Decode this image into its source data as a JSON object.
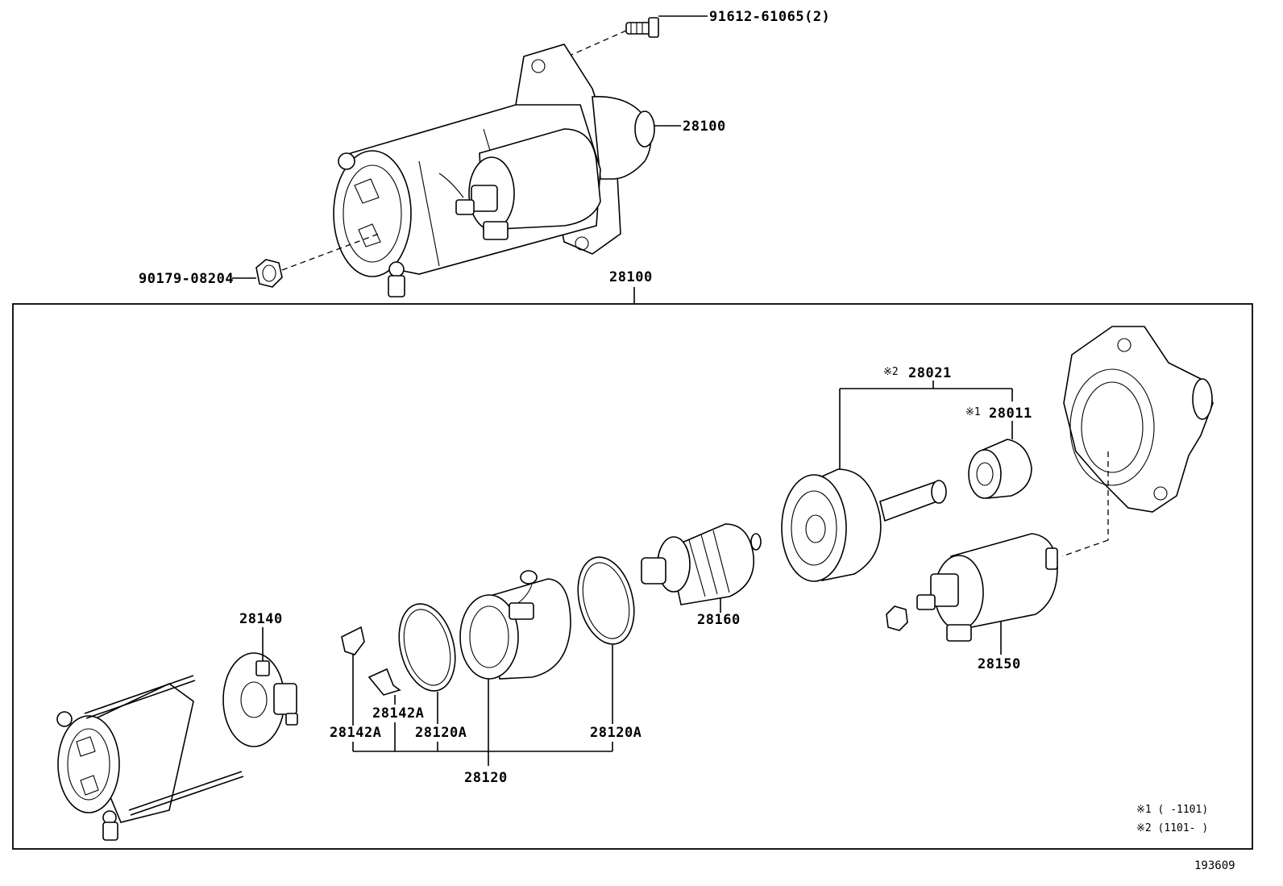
{
  "labels": {
    "bolt": "91612-61065(2)",
    "starter_top": "28100",
    "nut": "90179-08204",
    "assembly": "28100",
    "clutch_sub": "28021",
    "clutch_sub_mark": "※2",
    "pinion": "28011",
    "pinion_mark": "※1",
    "armature": "28160",
    "brush_holder": "28140",
    "solenoid": "28150",
    "clip_upper": "28142A",
    "clip_lower": "28142A",
    "oring_left": "28120A",
    "oring_right": "28120A",
    "yoke": "28120"
  },
  "notes": {
    "note1": "※1 (      -1101)",
    "note2": "※2 (1101-       )"
  },
  "figure_number": "193609"
}
